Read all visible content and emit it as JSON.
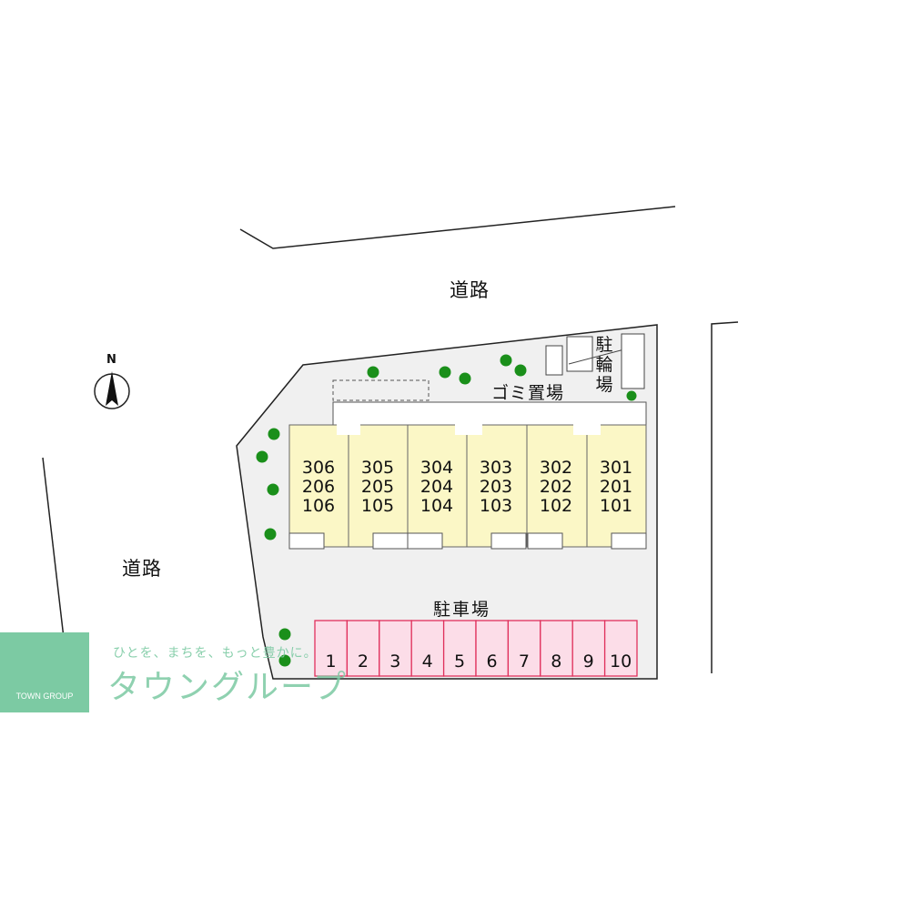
{
  "labels": {
    "road_north": "道路",
    "road_west": "道路",
    "garbage": "ゴミ置場",
    "bicycle": [
      "駐",
      "輪",
      "場"
    ],
    "parking": "駐車場",
    "compass": "N"
  },
  "units": [
    {
      "top": "306",
      "mid": "206",
      "bottom": "106"
    },
    {
      "top": "305",
      "mid": "205",
      "bottom": "105"
    },
    {
      "top": "304",
      "mid": "204",
      "bottom": "104"
    },
    {
      "top": "303",
      "mid": "203",
      "bottom": "103"
    },
    {
      "top": "302",
      "mid": "202",
      "bottom": "102"
    },
    {
      "top": "301",
      "mid": "201",
      "bottom": "101"
    }
  ],
  "parking_stalls": [
    "1",
    "2",
    "3",
    "4",
    "5",
    "6",
    "7",
    "8",
    "9",
    "10"
  ],
  "logo": {
    "caption": "TOWN GROUP",
    "tagline": "ひとを、まちを、もっと豊かに。",
    "name": "タウングループ"
  },
  "colors": {
    "lot": "#f0f0f0",
    "building": "#fbf7c6",
    "parking": "#fcdde8",
    "parking_border": "#e0305c",
    "tree": "#1a8f1a",
    "logo": "#7ccaa3"
  }
}
